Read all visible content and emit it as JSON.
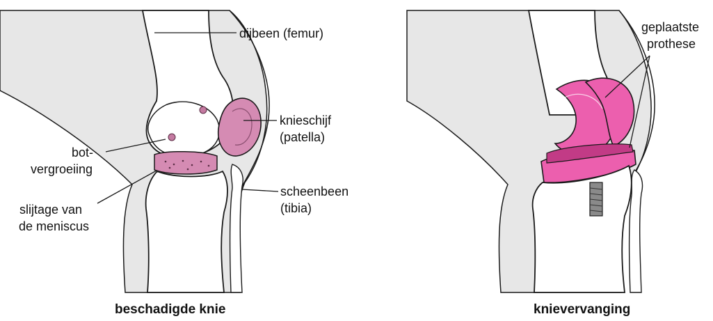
{
  "colors": {
    "background": "#ffffff",
    "limb_shading": "#e7e7e7",
    "bone_fill": "#ffffff",
    "outline": "#1a1a1a",
    "damage_pink": "#d58bb3",
    "damage_pink_dark": "#b9698f",
    "prosthesis_magenta": "#ec5fae",
    "prosthesis_dark": "#c23b86",
    "stem_gray": "#8a8a8a"
  },
  "damaged_knee": {
    "caption": "beschadigde knie",
    "labels": {
      "femur": "dijbeen (femur)",
      "patella_line1": "knieschijf",
      "patella_line2": "(patella)",
      "bone_growth_line1": "bot-",
      "bone_growth_line2": "vergroeiing",
      "meniscus_line1": "slijtage van",
      "meniscus_line2": "de meniscus",
      "tibia_line1": "scheenbeen",
      "tibia_line2": "(tibia)"
    }
  },
  "replacement_knee": {
    "caption": "knievervanging",
    "labels": {
      "prosthesis_line1": "geplaatste",
      "prosthesis_line2": "prothese"
    }
  }
}
